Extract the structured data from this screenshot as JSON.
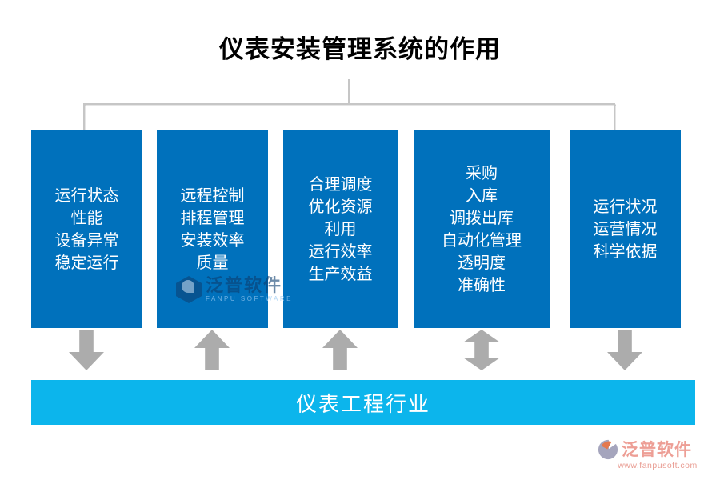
{
  "title": "仪表安装管理系统的作用",
  "columns": [
    {
      "text": "运行状态\n性能\n设备异常\n稳定运行",
      "arrow": "down"
    },
    {
      "text": "远程控制\n排程管理\n安装效率\n质量",
      "arrow": "up"
    },
    {
      "text": "合理调度\n优化资源\n利用\n运行效率\n生产效益",
      "arrow": "up"
    },
    {
      "text": "采购\n入库\n调拨出库\n自动化管理\n透明度\n准确性",
      "arrow": "updown"
    },
    {
      "text": "运行状况\n运营情况\n科学依据",
      "arrow": "down"
    }
  ],
  "bottom_bar": {
    "label": "仪表工程行业"
  },
  "watermark": {
    "name": "泛普软件",
    "subtitle": "FANPU SOFTWARE"
  },
  "brand": {
    "name": "泛普软件",
    "url": "www.fanpusoft.com"
  },
  "colors": {
    "box_blue": "#0071bc",
    "bar_cyan": "#0cb5ec",
    "arrow_gray": "#acacac",
    "connector_gray": "#c6c6c6",
    "title_black": "#000000",
    "brand_salmon": "#ed9e95"
  }
}
